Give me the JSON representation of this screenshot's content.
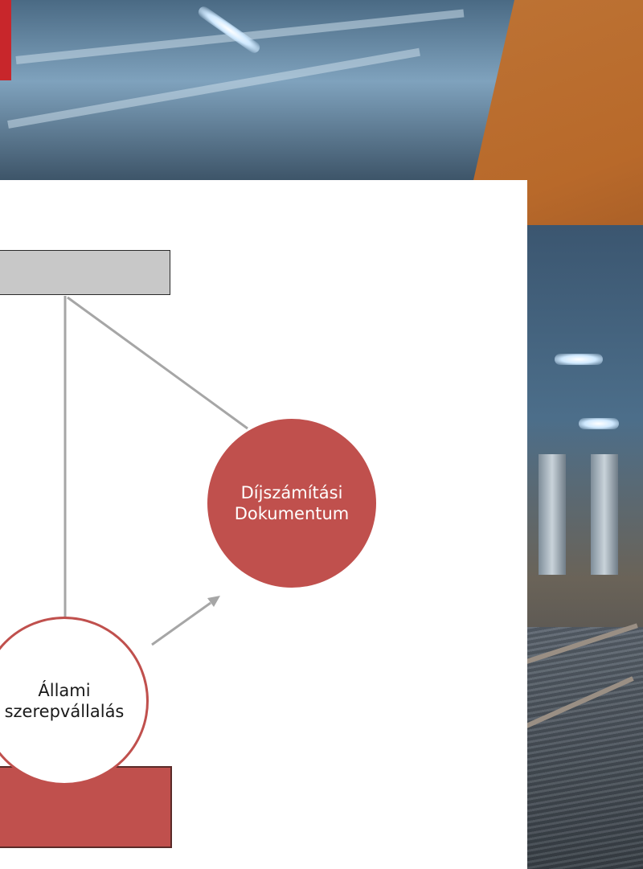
{
  "diagram": {
    "gray_bar_label": "",
    "red_rect_label": "",
    "circle_dijszamitasi": {
      "line1": "Díjszámítási",
      "line2": "Dokumentum",
      "fill": "#c0504d",
      "text_color": "#ffffff"
    },
    "circle_allami": {
      "line1": "Állami",
      "line2": "szerepvállalás",
      "fill": "#ffffff",
      "border": "#c0504d",
      "text_color": "#1a1a1a"
    },
    "connector_color": "#a6a6a6",
    "accent_red": "#c0504d"
  },
  "background": {
    "description_icon": "train-station-photo"
  }
}
